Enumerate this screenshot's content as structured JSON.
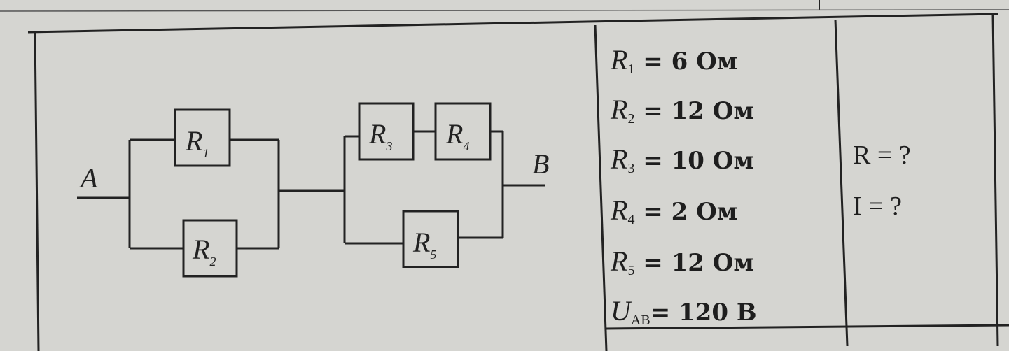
{
  "circuit": {
    "node_a": "A",
    "node_b": "B",
    "resistors": [
      {
        "symbol": "R",
        "index": "1"
      },
      {
        "symbol": "R",
        "index": "2"
      },
      {
        "symbol": "R",
        "index": "3"
      },
      {
        "symbol": "R",
        "index": "4"
      },
      {
        "symbol": "R",
        "index": "5"
      }
    ]
  },
  "given": [
    {
      "symbol": "R",
      "sub": "1",
      "rest": " = 6 Ом"
    },
    {
      "symbol": "R",
      "sub": "2",
      "rest": " = 12 Ом"
    },
    {
      "symbol": "R",
      "sub": "3",
      "rest": " = 10 Ом"
    },
    {
      "symbol": "R",
      "sub": "4",
      "rest": " = 2 Ом"
    },
    {
      "symbol": "R",
      "sub": "5",
      "rest": " = 12 Ом"
    },
    {
      "symbol": "U",
      "sub": "AB",
      "rest": "= 120 В"
    }
  ],
  "find": [
    "R = ?",
    "I = ?"
  ]
}
